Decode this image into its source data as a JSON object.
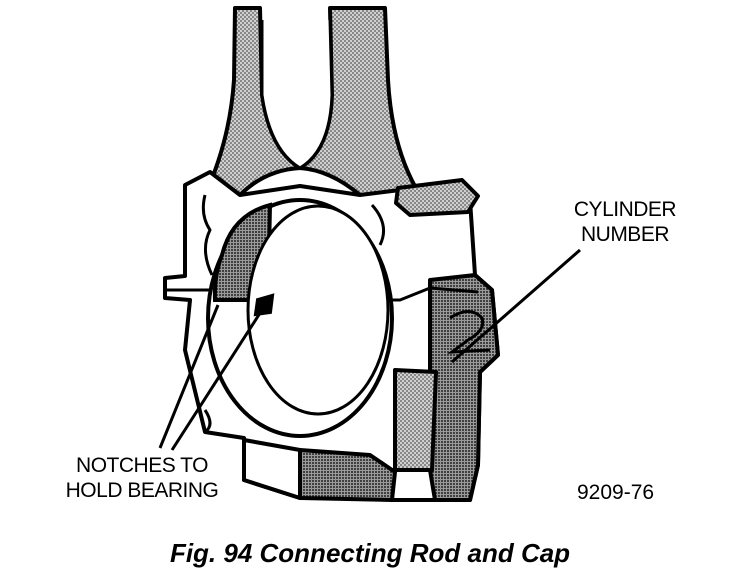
{
  "labels": {
    "cylinder_line1": "CYLINDER",
    "cylinder_line2": "NUMBER",
    "notches_line1": "NOTCHES TO",
    "notches_line2": "HOLD BEARING",
    "figure_id": "9209-76"
  },
  "caption": "Fig. 94 Connecting Rod and Cap",
  "colors": {
    "ink": "#000000",
    "shade": "#8c8c8c",
    "paper": "#ffffff"
  }
}
